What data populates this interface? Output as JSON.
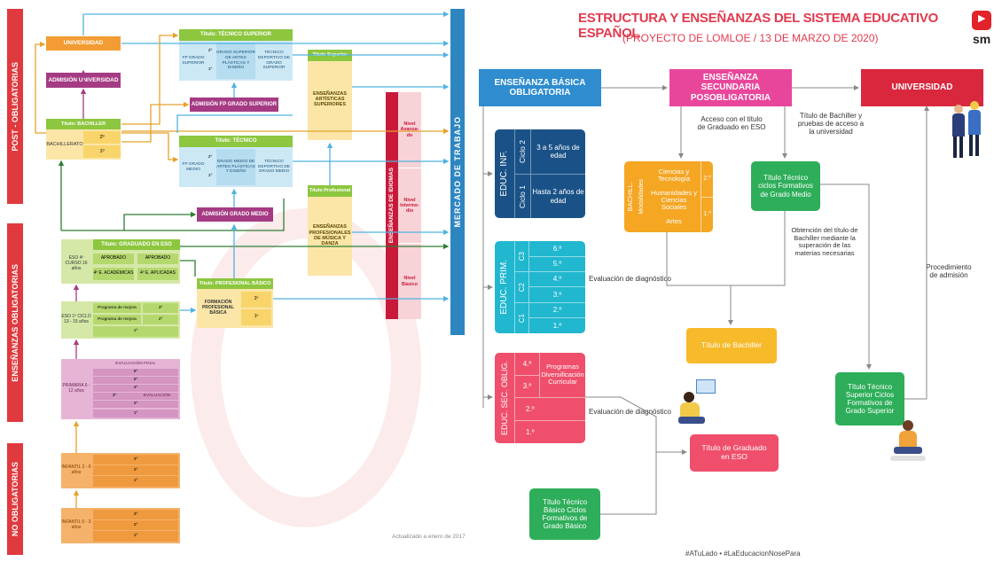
{
  "left": {
    "side_labels": {
      "post": "POST - OBLIGATORIAS",
      "oblig": "ENSEÑANZAS OBLIGATORIAS",
      "noob": "NO OBLIGATORIAS"
    },
    "mercado": "MERCADO DE TRABAJO",
    "idiomas": "ENSEÑANZAS DE IDIOMAS",
    "universidad": "UNIVERSIDAD",
    "admision_universidad": "ADMISIÓN UNIVERSIDAD",
    "bachiller_title": "Título: BACHILLER",
    "bachillerato": "BACHILLERATO",
    "bach_2": "2º",
    "bach_1": "1º",
    "tecnico_superior_title": "Título: TÉCNICO SUPERIOR",
    "ts_fp": "FP GRADO SUPERIOR",
    "ts_2": "2º",
    "ts_1": "1º",
    "ts_artes": "GRADO SUPERIOR DE ARTES PLÁSTICAS Y DISEÑO",
    "ts_deportivo": "TÉCNICO DEPORTIVO DE GRADO SUPERIOR",
    "admision_fp_superior": "ADMISIÓN FP GRADO SUPERIOR",
    "tecnico_title": "Título: TÉCNICO",
    "t_fp": "FP GRADO MEDIO",
    "t_2": "2º",
    "t_1": "1º",
    "t_artes": "GRADO MEDIO DE ARTES PLÁSTICAS Y DISEÑO",
    "t_deportivo": "TÉCNICO DEPORTIVO DE GRADO MEDIO",
    "admision_grado_medio": "ADMISIÓN GRADO MEDIO",
    "titulo_superior": "Título Superior",
    "artisticas_superiores": "ENSEÑANZAS ARTÍSTICAS SUPERIORES",
    "titulo_profesional": "Título Profesional",
    "ens_profesionales": "ENSEÑANZAS PROFESIONALES DE MÚSICA Y DANZA",
    "nivel_avanzado": "Nivel Avanza- do",
    "nivel_intermedio": "Nivel Interme- dio",
    "nivel_basico": "Nivel Básico",
    "graduado_title": "Título: GRADUADO EN ESO",
    "eso4": "ESO 4º CURSO 16 años",
    "aprobado1": "APROBADO",
    "aprobado2": "APROBADO",
    "academicas": "4º E. ACADÉMICAS",
    "aplicadas": "4º E. APLICADAS",
    "profesional_basico_title": "Título: PROFESIONAL BÁSICO",
    "fpb": "FORMACIÓN PROFESIONAL BÁSICA",
    "fpb_2": "2º",
    "fpb_1": "1º",
    "eso1": "ESO 1º CICLO 13 - 15 años",
    "mejora1": "Programa de mejora",
    "mejora2": "Programa de mejora",
    "eso_3": "3º",
    "eso_2": "2º",
    "eso_1": "1º",
    "primaria": "PRIMARIA 6 - 12 años",
    "evaluacion_final": "EVALUACIÓN FINAL",
    "p6": "6º",
    "p5": "5º",
    "p4": "4º",
    "p3": "3º",
    "p2": "2º",
    "p1": "1º",
    "evaluacion": "EVALUACIÓN",
    "infantil1": "INFANTIL 3 - 6 años",
    "i1_3": "3º",
    "i1_2": "2º",
    "i1_1": "1º",
    "infantil2": "INFANTIL 0 - 3 años",
    "i2_3": "3º",
    "i2_2": "2º",
    "i2_1": "1º",
    "actualizado": "Actualizado a enero de 2017"
  },
  "right": {
    "title": "ESTRUCTURA Y ENSEÑANZAS DEL SISTEMA EDUCATIVO ESPAÑOL",
    "subtitle": "(PROYECTO DE LOMLOE / 13 DE MARZO DE 2020)",
    "logo": "sm",
    "basica": "Enseñanza Básica Obligatoria",
    "secundaria": "Enseñanza Secundaria Posobligatoria",
    "universidad": "Universidad",
    "educ_inf": "EDUC. INF.",
    "ciclo2": "Ciclo 2",
    "ciclo1": "Ciclo 1",
    "inf_c2": "3 a 5 años de edad",
    "inf_c1": "Hasta 2 años de edad",
    "educ_prim": "EDUC. PRIM.",
    "c3": "C3",
    "c2": "C2",
    "c1": "C1",
    "g6": "6.º",
    "g5": "5.º",
    "g4": "4.º",
    "g3": "3.º",
    "g2": "2.º",
    "g1": "1.º",
    "eval_diag_1": "Evaluación de diagnóstico",
    "educ_sec": "EDUC. SEC. OBLIG.",
    "s4": "4.º",
    "s3": "3.º",
    "s2": "2.º",
    "s1": "1.º",
    "programas": "Programas Diversificación Curricular",
    "eval_diag_2": "Evaluación de diagnóstico",
    "acceso_eso": "Acceso con el título de Graduado en ESO",
    "titulo_bachiller_pruebas": "Título de Bachiller y pruebas de acceso a la universidad",
    "bachill": "BACHILL.",
    "modalidades": "Modalidades",
    "mod_ciencias": "Ciencias y Tecnología",
    "mod_human": "Humanidades y Ciencias Sociales",
    "mod_artes": "Artes",
    "bach_2": "2.º",
    "bach_1": "1.º",
    "titulo_tecnico": "Título Técnico ciclos Formativos de Grado Medio",
    "obtencion": "Obtención del título de Bachiller mediante la superación de las materias necesarias",
    "titulo_bachiller": "Título de Bachiller",
    "titulo_graduado": "Título de Graduado en ESO",
    "titulo_tecnico_basico": "Título Técnico Básico Ciclos Formativos de Grado Básico",
    "titulo_tecnico_superior": "Título Técnico Superior Ciclos Formativos de Grado Superior",
    "procedimiento": "Procedimiento de admisión",
    "hashtags": "#ATuLado  •  #LaEducacionNosePara"
  }
}
